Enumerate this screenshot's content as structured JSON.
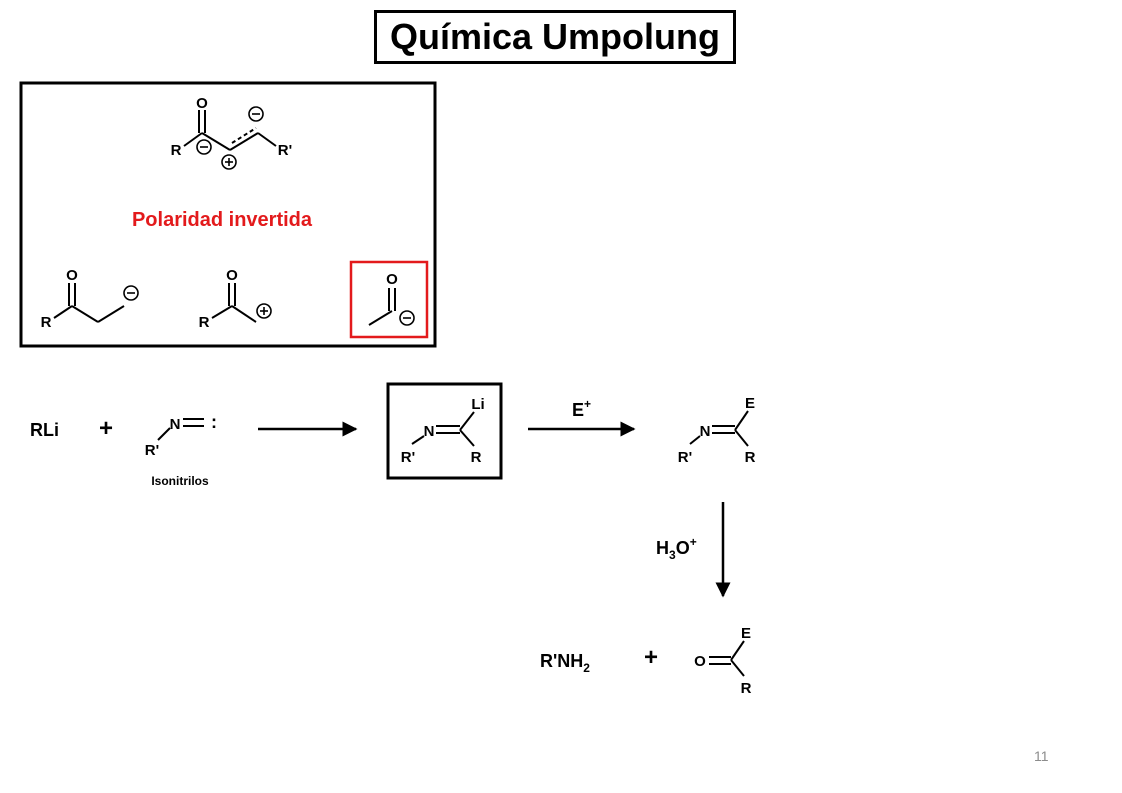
{
  "title": "Química Umpolung",
  "polarity": {
    "caption": "Polaridad invertida",
    "colors": {
      "accent": "#e31a1c",
      "ink": "#000000"
    }
  },
  "atoms": {
    "O": "O",
    "R": "R",
    "Rp": "R'",
    "N": "N",
    "E": "E",
    "Li": "Li",
    "lone_pair": ":"
  },
  "reaction": {
    "reagent": "RLi",
    "plus": "+",
    "isonitrile_label": "Isonitrilos",
    "electrophile_base": "E",
    "electrophile_charge": "+",
    "hydrolysis_base": "H",
    "hydrolysis_sub": "3",
    "hydrolysis_o": "O",
    "hydrolysis_charge": "+",
    "amine_base": "R'NH",
    "amine_sub": "2"
  },
  "page_number": "11"
}
